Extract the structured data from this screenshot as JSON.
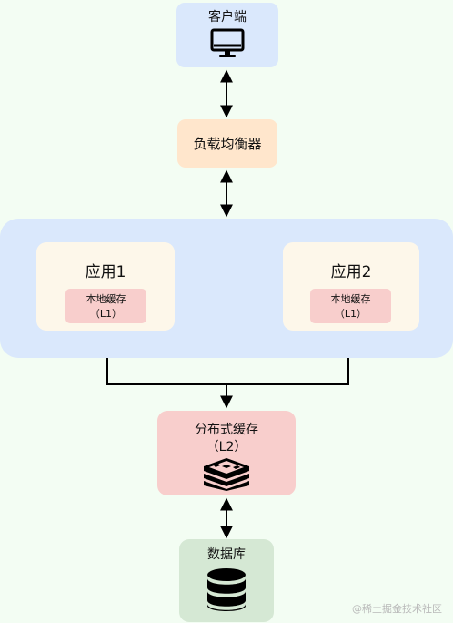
{
  "client": {
    "label": "客户端",
    "icon": "monitor-icon",
    "color": "#dae8fc"
  },
  "load_balancer": {
    "label": "负载均衡器",
    "color": "#ffe6cc"
  },
  "app_cluster": {
    "color": "#dae8fc",
    "apps": [
      {
        "label": "应用1",
        "cache_label": "本地缓存",
        "cache_level": "（L1）"
      },
      {
        "label": "应用2",
        "cache_label": "本地缓存",
        "cache_level": "（L1）"
      }
    ]
  },
  "distributed_cache": {
    "label": "分布式缓存",
    "level": "（L2）",
    "icon": "redis-icon",
    "color": "#f8cecc"
  },
  "database": {
    "label": "数据库",
    "icon": "database-icon",
    "color": "#d5e8d4"
  },
  "watermark": "@稀土掘金技术社区"
}
